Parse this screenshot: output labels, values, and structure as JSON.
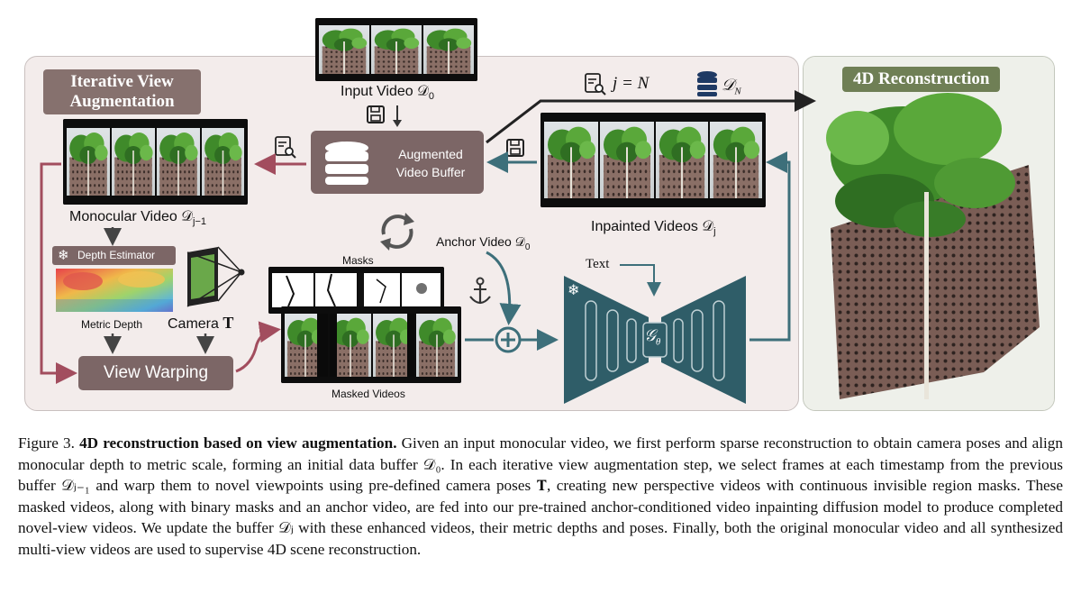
{
  "figure": {
    "iterative_title": "Iterative View Augmentation",
    "reconstruction_title": "4D Reconstruction",
    "input_video_label": "Input Video 𝒟",
    "input_video_sub": "0",
    "buffer_label_line1": "Augmented",
    "buffer_label_line2": "Video Buffer",
    "loop_condition": "j = N",
    "final_buffer": "𝒟",
    "final_buffer_sub": "N",
    "monocular_label": "Monocular Video 𝒟",
    "monocular_sub": "j−1",
    "inpainted_label": "Inpainted Videos 𝒟",
    "inpainted_sub": "j",
    "depth_estimator_label": "Depth Estimator",
    "metric_depth_label": "Metric Depth",
    "camera_label": "Camera",
    "camera_symbol": "T",
    "view_warping_label": "View Warping",
    "masks_label": "Masks",
    "masked_videos_label": "Masked Videos",
    "anchor_label": "Anchor Video 𝒟",
    "anchor_sub": "0",
    "text_label": "Text",
    "model_label": "𝒢",
    "model_sub": "θ"
  },
  "caption": {
    "prefix": "Figure 3. ",
    "bold": "4D reconstruction based on view augmentation.",
    "body": " Given an input monocular video, we first perform sparse reconstruction to obtain camera poses and align monocular depth to metric scale, forming an initial data buffer 𝒟₀. In each iterative view augmentation step, we select frames at each timestamp from the previous buffer 𝒟ⱼ₋₁ and warp them to novel viewpoints using pre-defined camera poses 𝐓, creating new perspective videos with continuous invisible region masks. These masked videos, along with binary masks and an anchor video, are fed into our pre-trained anchor-conditioned video inpainting diffusion model to produce completed novel-view videos. We update the buffer 𝒟ⱼ with these enhanced videos, their metric depths and poses. Finally, both the original monocular video and all synthesized multi-view videos are used to supervise 4D scene reconstruction."
  },
  "colors": {
    "panel_left": "#f3eceb",
    "title_tag": "#86716e",
    "buffer_box": "#7c6666",
    "arrow_red": "#a24d5e",
    "arrow_teal": "#3d6f7a",
    "unet": "#2f5d68",
    "green_tag": "#6f7f55"
  },
  "icons": [
    "search-doc-icon",
    "save-icon",
    "database-icon",
    "cycle-arrows-icon",
    "anchor-icon",
    "snowflake-icon",
    "plus-circle-icon"
  ]
}
